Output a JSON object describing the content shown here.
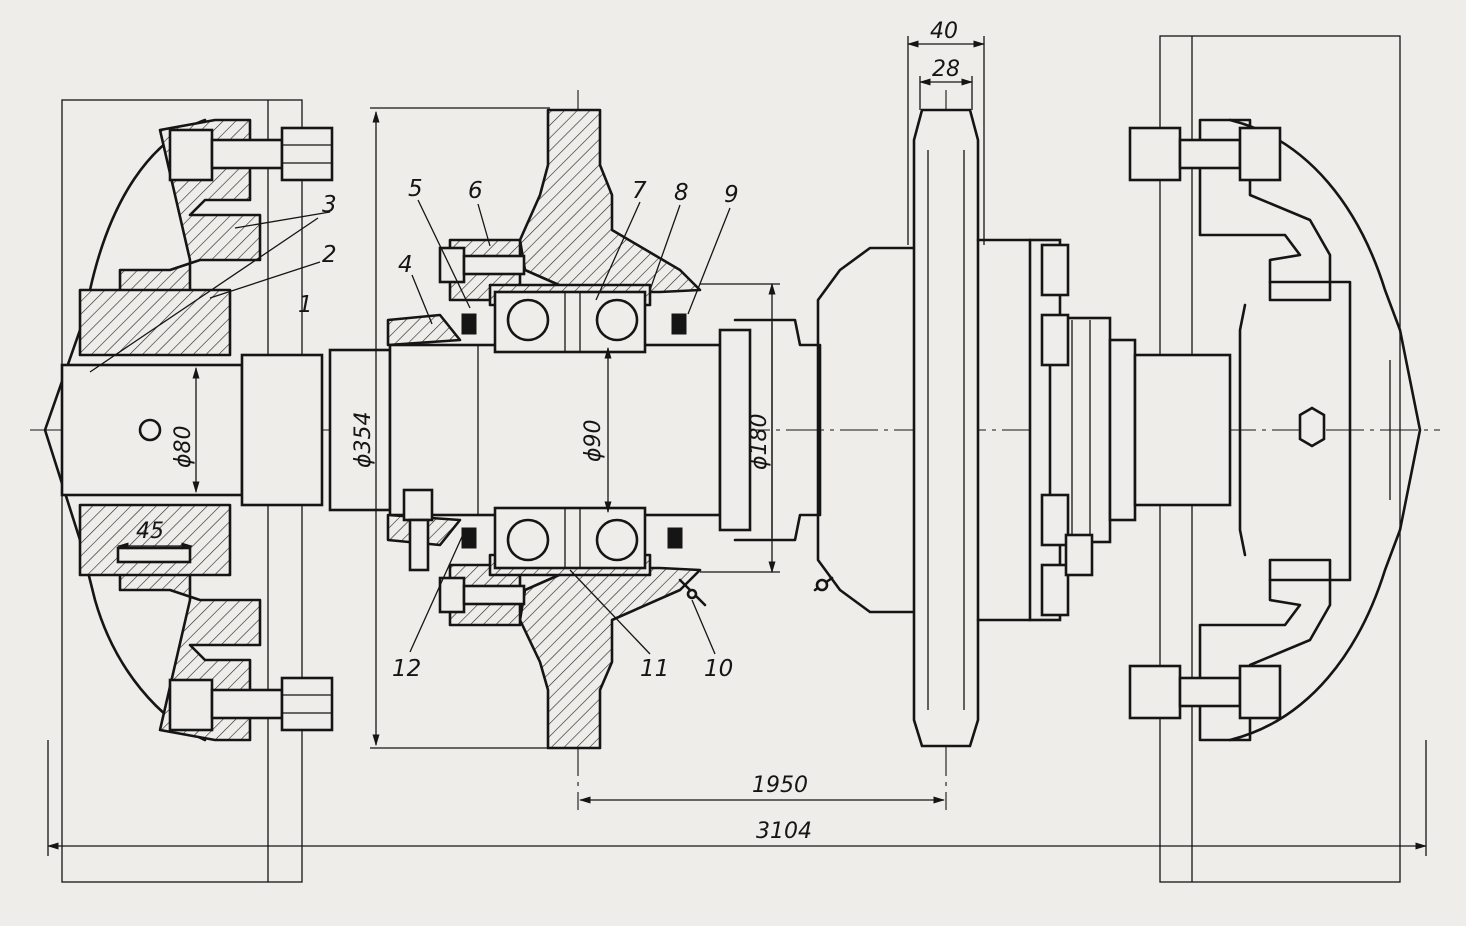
{
  "parts": [
    {
      "id": "1",
      "text": "1"
    },
    {
      "id": "2",
      "text": "2"
    },
    {
      "id": "3",
      "text": "3"
    },
    {
      "id": "4",
      "text": "4"
    },
    {
      "id": "5",
      "text": "5"
    },
    {
      "id": "6",
      "text": "6"
    },
    {
      "id": "7",
      "text": "7"
    },
    {
      "id": "8",
      "text": "8"
    },
    {
      "id": "9",
      "text": "9"
    },
    {
      "id": "10",
      "text": "10"
    },
    {
      "id": "11",
      "text": "11"
    },
    {
      "id": "12",
      "text": "12"
    }
  ],
  "dimensions": {
    "d80": "ϕ80",
    "d354": "ϕ354",
    "d90": "ϕ90",
    "d180": "ϕ180",
    "w45": "45",
    "w40": "40",
    "w28": "28",
    "l1950": "1950",
    "l3104": "3104"
  },
  "colors": {
    "paper": "#eeede9",
    "ink": "#151515"
  }
}
